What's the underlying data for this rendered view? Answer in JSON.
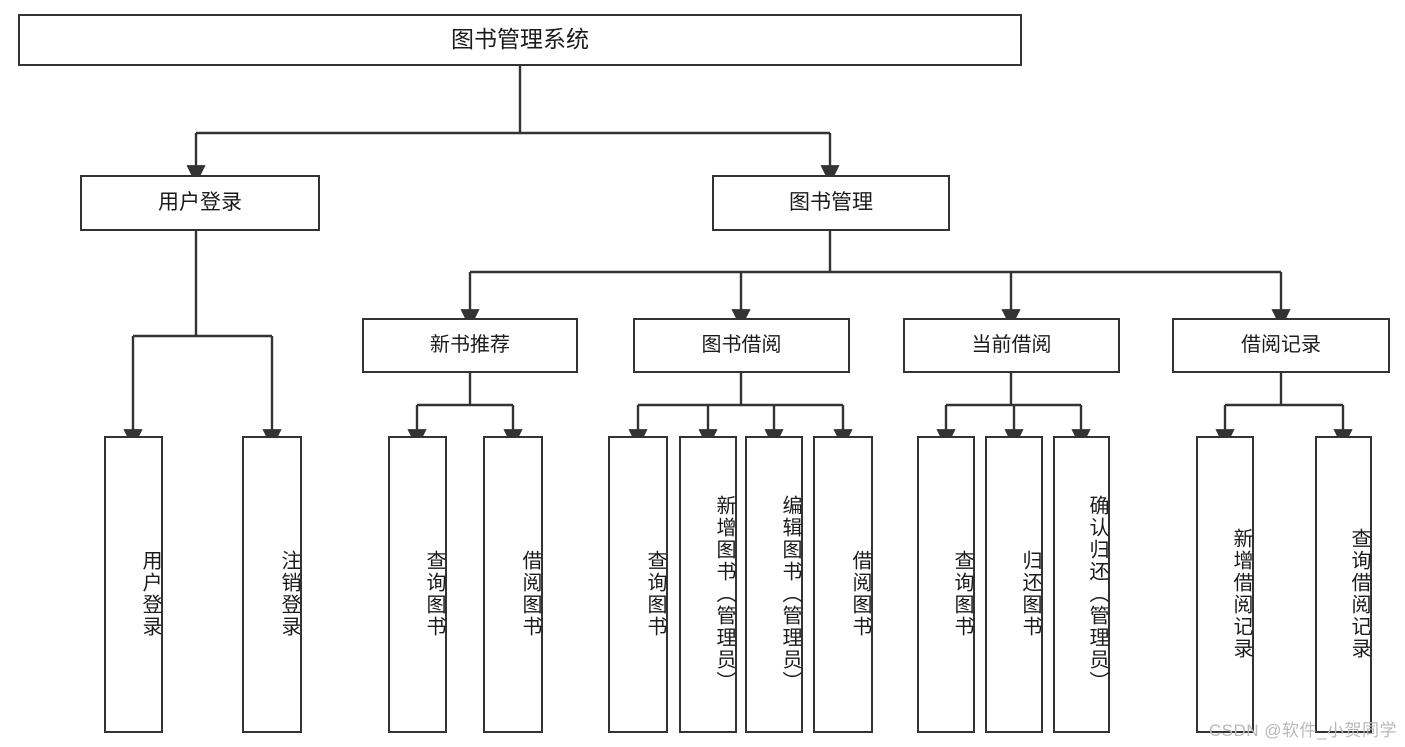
{
  "diagram": {
    "title": "图书管理系统",
    "type": "tree-hierarchy-diagram",
    "root": {
      "label": "图书管理系统"
    },
    "level2": [
      {
        "label": "用户登录"
      },
      {
        "label": "图书管理"
      }
    ],
    "level3": [
      {
        "label": "新书推荐"
      },
      {
        "label": "图书借阅"
      },
      {
        "label": "当前借阅"
      },
      {
        "label": "借阅记录"
      }
    ],
    "leaves": {
      "user_login": [
        {
          "label": "用户登录"
        },
        {
          "label": "注销登录"
        }
      ],
      "new_book": [
        {
          "label": "查询图书"
        },
        {
          "label": "借阅图书"
        }
      ],
      "book_borrow": [
        {
          "label": "查询图书"
        },
        {
          "label": "新增图书（管理员）"
        },
        {
          "label": "编辑图书（管理员）"
        },
        {
          "label": "借阅图书"
        }
      ],
      "current_borrow": [
        {
          "label": "查询图书"
        },
        {
          "label": "归还图书"
        },
        {
          "label": "确认归还（管理员）"
        }
      ],
      "borrow_record": [
        {
          "label": "新增借阅记录"
        },
        {
          "label": "查询借阅记录"
        }
      ]
    },
    "watermark": "CSDN @软件_小贺同学",
    "colors": {
      "border": "#333333",
      "background": "#ffffff",
      "text": "#1b1b1b",
      "connector": "#333333",
      "watermark": "#b9b9b9"
    }
  }
}
